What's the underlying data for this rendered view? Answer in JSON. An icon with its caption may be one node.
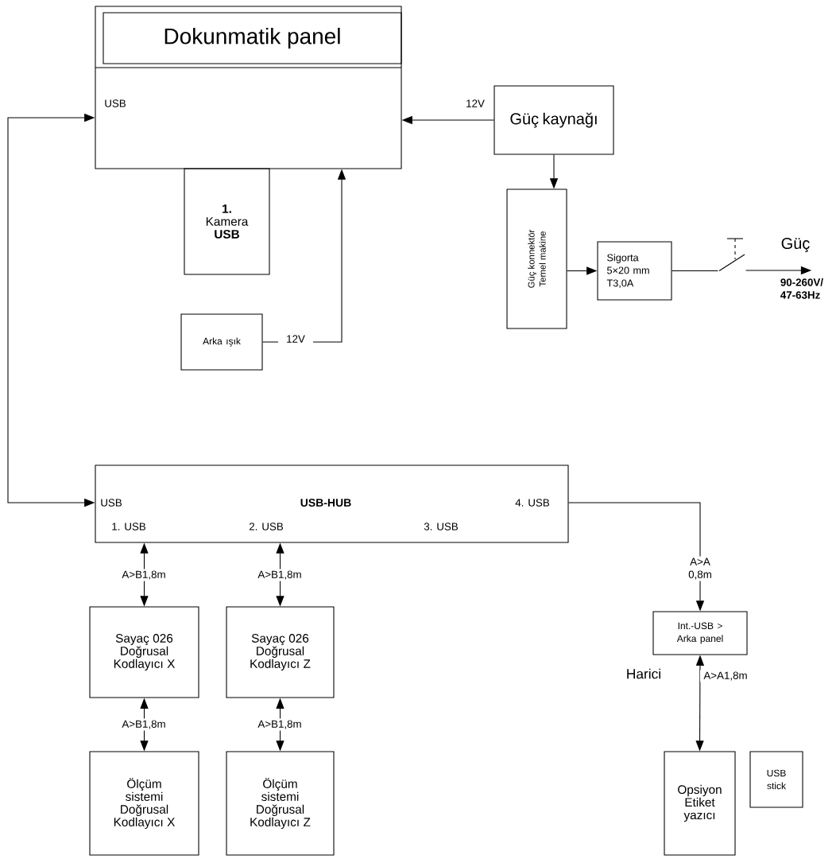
{
  "diagram": {
    "nodes": [
      {
        "text": [
          "USB"
        ]
      },
      {
        "text": [
          "Dokunmatik panel"
        ],
        "in": 0
      },
      {
        "text": [
          "**1.** Kamera **USB**"
        ]
      },
      {
        "text": [
          "Güç kaynağı"
        ]
      },
      {
        "text": [
          "Arka ışık"
        ]
      },
      {
        "text": [
          "Güç konnektör Temel makine"
        ]
      },
      {
        "text": [
          "Sigorta 5×20 mm T3,0A"
        ]
      },
      {
        "text": [],
        "shape": "switch"
      },
      {
        "text": [
          "Güç"
        ],
        "beside": [
          "90-260V/ 47-63Hz"
        ]
      },
      {
        "text": [
          "USB",
          "USB-HUB",
          "4. USB",
          "1. USB",
          "2. USB",
          "3. USB"
        ]
      },
      {
        "text": [
          "Sayaç 026 Doğrusal Kodlayıcı X"
        ]
      },
      {
        "text": [
          "Sayaç 026 Doğrusal Kodlayıcı Z"
        ]
      },
      {
        "text": [
          "Ölçüm sistemi Doğrusal Kodlayıcı X"
        ]
      },
      {
        "text": [
          "Ölçüm sistemi Doğrusal Kodlayıcı Z"
        ]
      },
      {
        "text": [
          "Int.-USB > Arka panel"
        ]
      },
      {
        "text": [
          "Opsiyon Etiket yazıcı"
        ]
      },
      {
        "text": [
          "USB stick"
        ]
      }
    ],
    "edges": [
      {
        "from": 3,
        "to": 0,
        "arrow": "to",
        "label": "12V"
      },
      {
        "from": 3,
        "to": 5,
        "arrow": "to"
      },
      {
        "from": 5,
        "to": 6,
        "arrow": "to"
      },
      {
        "from": 6,
        "to": 7,
        "arrow": "none"
      },
      {
        "from": 7,
        "to": 8,
        "arrow": "to"
      },
      {
        "from": 4,
        "to": 0,
        "arrow": "to",
        "label": "12V"
      },
      {
        "from": 9,
        "to": 0,
        "arrow": "both"
      },
      {
        "from": 9,
        "to": 10,
        "arrow": "both",
        "label": "A>B1,8m"
      },
      {
        "from": 9,
        "to": 11,
        "arrow": "both",
        "label": "A>B1,8m"
      },
      {
        "from": 10,
        "to": 12,
        "arrow": "both",
        "label": "A>B1,8m"
      },
      {
        "from": 11,
        "to": 13,
        "arrow": "both",
        "label": "A>B1,8m"
      },
      {
        "from": 9,
        "to": 14,
        "arrow": "to",
        "label": "A>A 0,8m"
      },
      {
        "from": 14,
        "to": 15,
        "arrow": "both",
        "label": "A>A1,8m"
      }
    ],
    "labels": [
      "Harici"
    ]
  }
}
